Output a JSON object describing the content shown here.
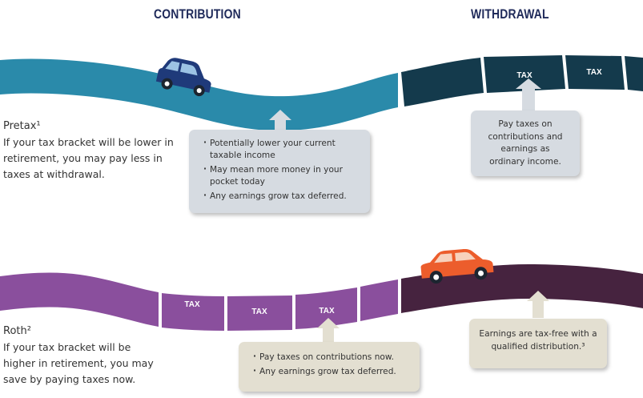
{
  "headers": {
    "contribution": "CONTRIBUTION",
    "withdrawal": "WITHDRAWAL"
  },
  "colors": {
    "pretax_road": "#2a8aaa",
    "pretax_withdrawal_road": "#143a4c",
    "roth_road": "#8a4f9d",
    "roth_withdrawal_road": "#46233f",
    "header": "#1f2a5a",
    "gray_box": "#d6dbe1",
    "tan_box": "#e3dfd1",
    "blue_car": "#1f3a7a",
    "orange_car": "#ec5d2c"
  },
  "pretax": {
    "title": "Pretax¹",
    "description": "If your tax bracket will be lower in retirement, you may pay less in taxes at withdrawal.",
    "contribution_points": [
      "Potentially lower your current taxable income",
      "May mean more money in your pocket today",
      "Any earnings grow tax deferred."
    ],
    "withdrawal_note": "Pay taxes on contributions and earnings as ordinary income.",
    "tax_labels": [
      "TAX",
      "TAX"
    ]
  },
  "roth": {
    "title": "Roth²",
    "description": "If your tax bracket will be higher in retirement, you may save by paying taxes now.",
    "contribution_points": [
      "Pay taxes on contributions now.",
      "Any earnings grow tax deferred."
    ],
    "withdrawal_note": "Earnings are tax-free with a qualified distribution.³",
    "tax_labels": [
      "TAX",
      "TAX",
      "TAX"
    ]
  }
}
